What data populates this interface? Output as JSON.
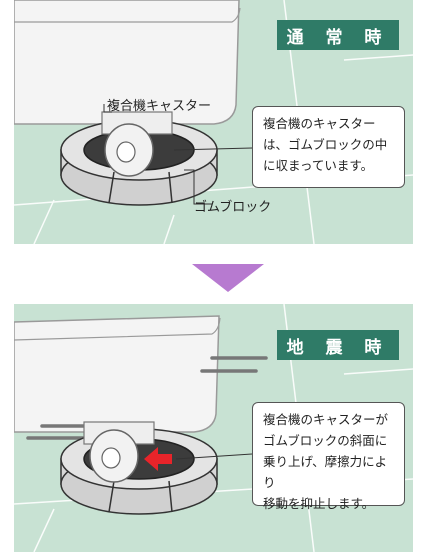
{
  "panel_normal": {
    "banner": "通 常 時",
    "caster_label": "複合機キャスター",
    "rubber_label": "ゴムブロック",
    "callout_lines": [
      "複合機のキャスター",
      "は、ゴムブロックの中",
      "に収まっています。"
    ]
  },
  "panel_quake": {
    "banner": "地 震 時",
    "callout_lines": [
      "複合機のキャスターが",
      "ゴムブロックの斜面に",
      "乗り上げ、摩擦力により",
      "移動を抑止します。"
    ]
  },
  "colors": {
    "floor": "#c8e2d3",
    "banner": "#2f7b67",
    "arrow_down": "#b77ad0",
    "arrow_push": "#e8242a",
    "motion_lines": "#777777"
  }
}
